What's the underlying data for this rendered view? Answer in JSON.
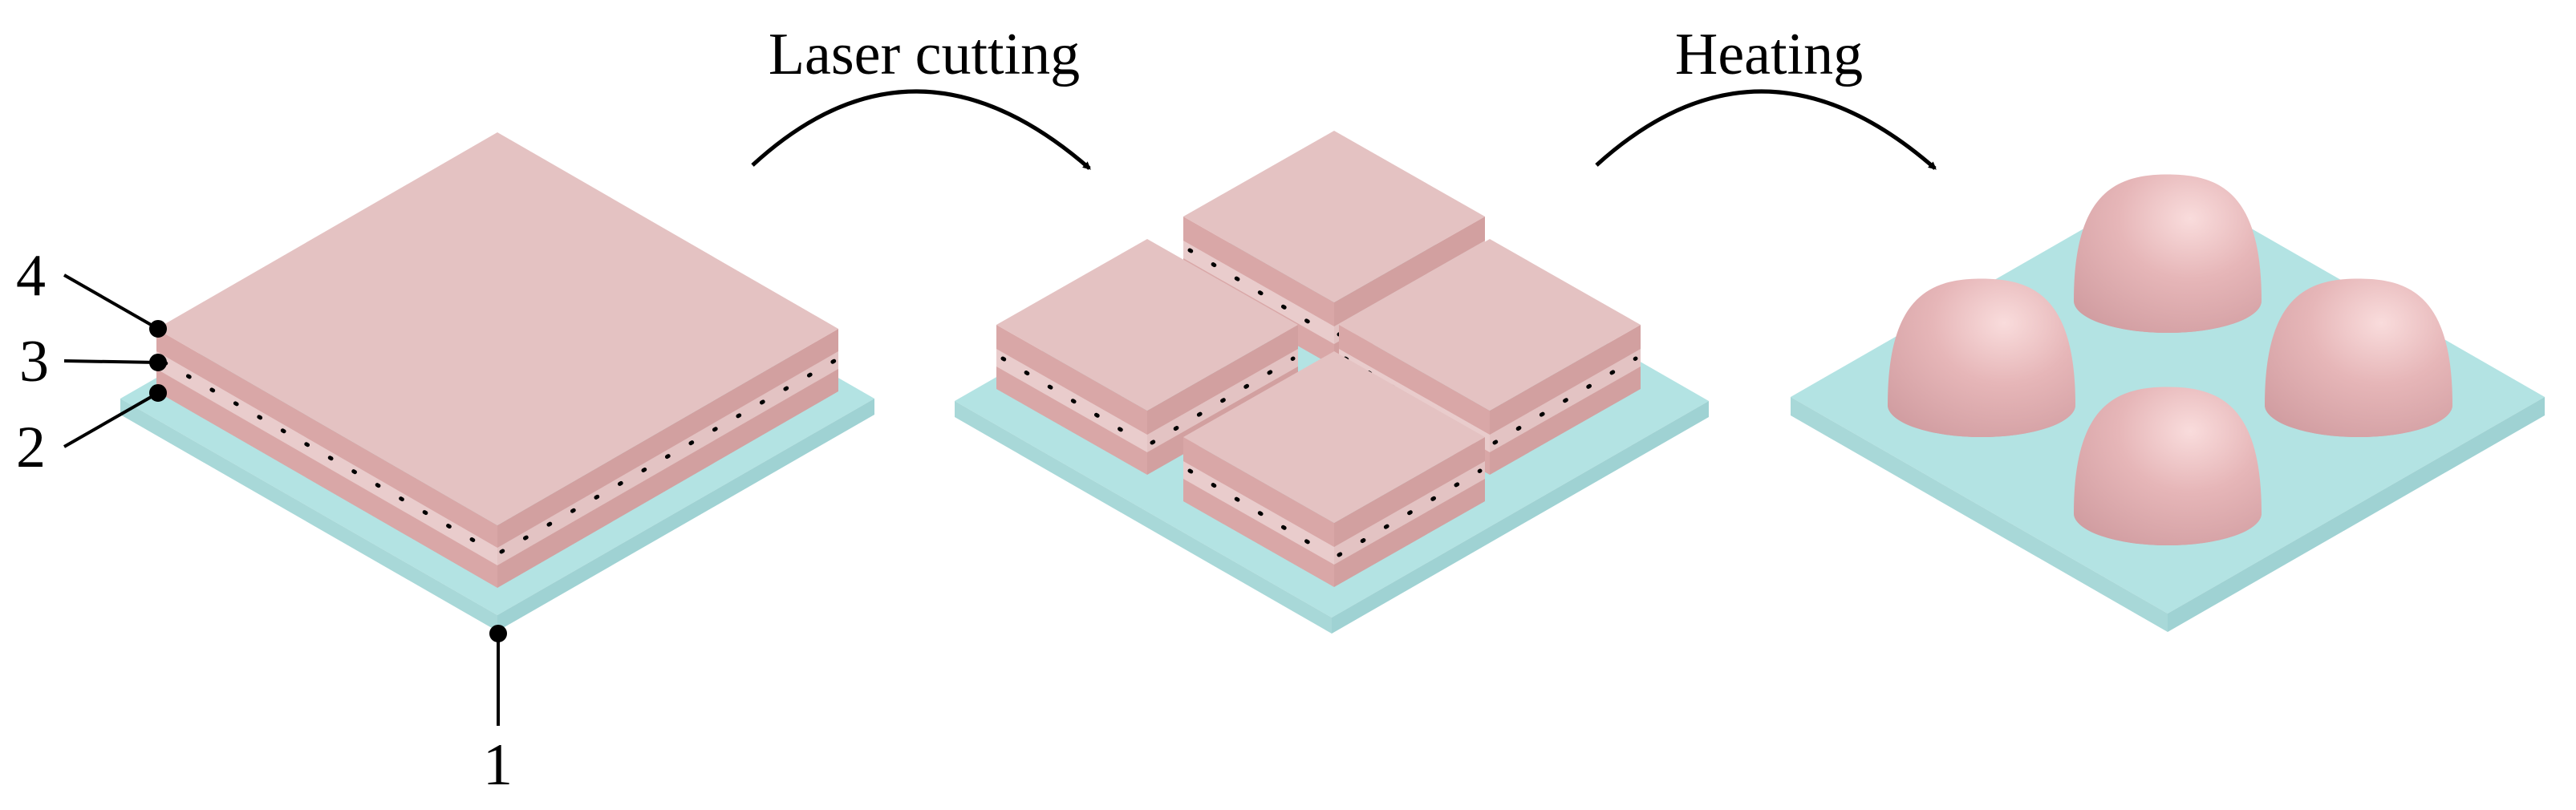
{
  "steps": [
    {
      "label": "Laser cutting"
    },
    {
      "label": "Heating"
    }
  ],
  "callouts": [
    {
      "label": "1"
    },
    {
      "label": "2"
    },
    {
      "label": "3"
    },
    {
      "label": "4"
    }
  ],
  "colors": {
    "substrate_top": "#b3e3e3",
    "substrate_side_left": "#a8d8d8",
    "substrate_side_right": "#9fd2d3",
    "layer_top": "#e4c2c2",
    "layer_side": "#d9a7a7",
    "layer_middle": "#e9cccc",
    "dome_light": "#f6d6d6",
    "dome_dark": "#d4a1a4"
  }
}
